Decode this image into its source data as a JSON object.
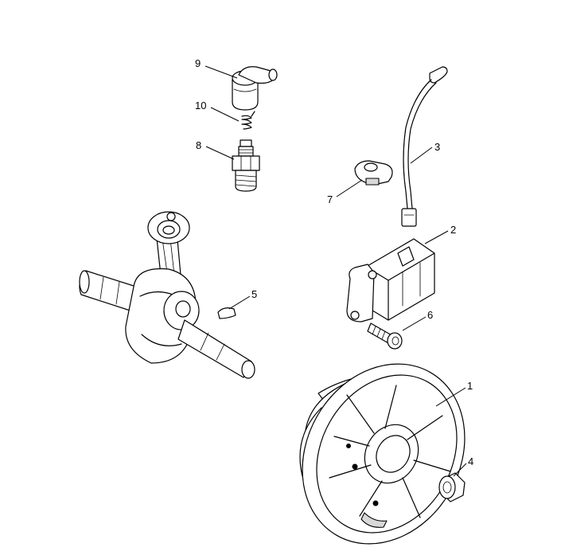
{
  "parts": [
    {
      "id": "flywheel",
      "callout": "1"
    },
    {
      "id": "ignition-coil",
      "callout": "2"
    },
    {
      "id": "high-tension-lead",
      "callout": "3"
    },
    {
      "id": "flywheel-nut",
      "callout": "4"
    },
    {
      "id": "woodruff-key",
      "callout": "5"
    },
    {
      "id": "coil-bolt",
      "callout": "6"
    },
    {
      "id": "lead-clamp",
      "callout": "7"
    },
    {
      "id": "spark-plug",
      "callout": "8"
    },
    {
      "id": "plug-spring",
      "callout": "10"
    },
    {
      "id": "spark-plug-cap",
      "callout": "9"
    },
    {
      "id": "crankshaft-connecting-rod",
      "callout": ""
    }
  ]
}
